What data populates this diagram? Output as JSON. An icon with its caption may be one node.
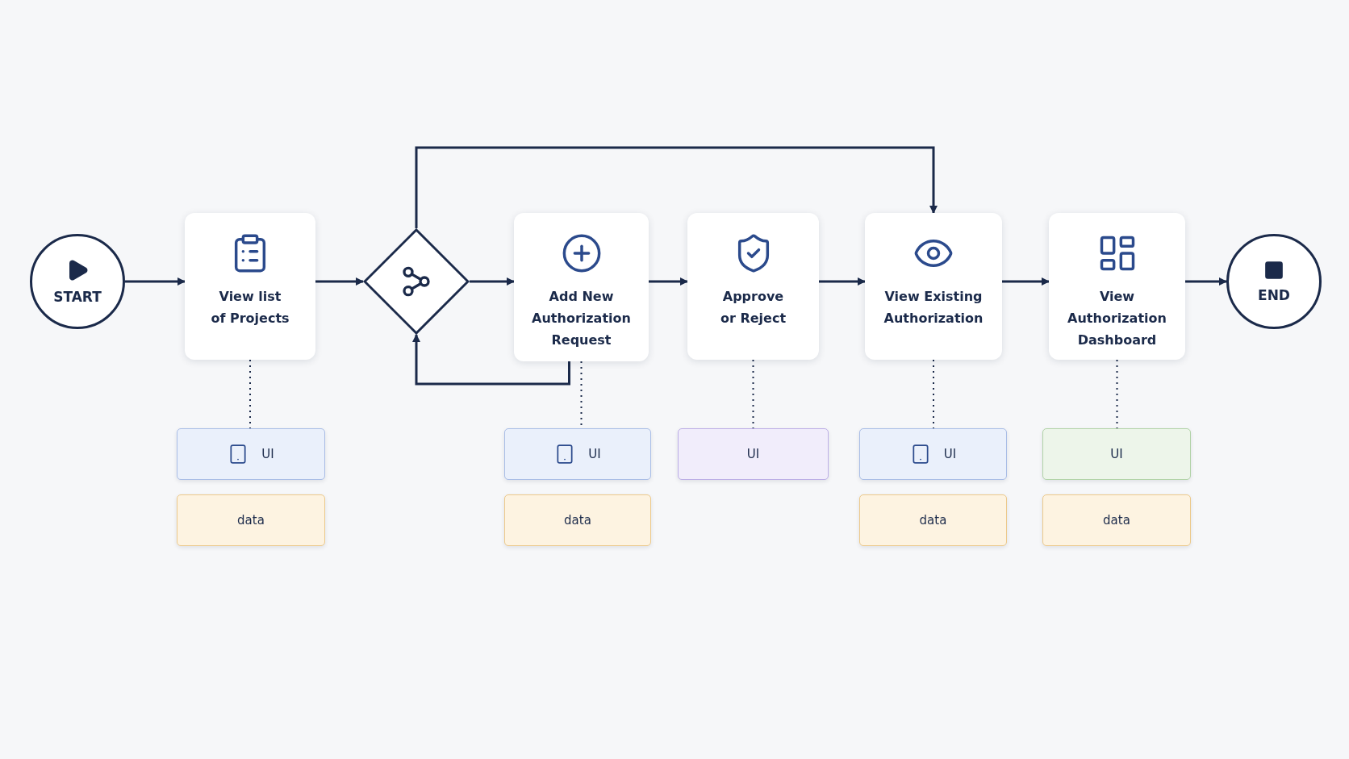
{
  "diagram": {
    "nodes": [
      {
        "text": [
          "START"
        ]
      },
      {
        "text": [
          "View list of Projects"
        ]
      },
      {
        "text": [],
        "shape": "diamond"
      },
      {
        "text": [
          "Add New Authorization Request"
        ]
      },
      {
        "text": [
          "Approve or Reject"
        ]
      },
      {
        "text": [
          "View Existing Authorization"
        ]
      },
      {
        "text": [
          "View Authorization Dashboard"
        ]
      },
      {
        "text": [
          "END"
        ]
      },
      {
        "text": [
          "UI"
        ]
      },
      {
        "text": [
          "data"
        ]
      },
      {
        "text": [
          "UI"
        ]
      },
      {
        "text": [
          "data"
        ]
      },
      {
        "text": [
          "UI"
        ]
      },
      {
        "text": [
          "UI"
        ]
      },
      {
        "text": [
          "data"
        ]
      },
      {
        "text": [
          "UI"
        ]
      },
      {
        "text": [
          "data"
        ]
      }
    ],
    "edges": [
      {
        "from": 0,
        "to": 1,
        "arrow": "to"
      },
      {
        "from": 1,
        "to": 2,
        "arrow": "to"
      },
      {
        "from": 2,
        "to": 3,
        "arrow": "to"
      },
      {
        "from": 3,
        "to": 4,
        "arrow": "to"
      },
      {
        "from": 4,
        "to": 5,
        "arrow": "to"
      },
      {
        "from": 5,
        "to": 6,
        "arrow": "to"
      },
      {
        "from": 6,
        "to": 7,
        "arrow": "to"
      },
      {
        "from": 2,
        "to": 5,
        "arrow": "to"
      },
      {
        "from": 3,
        "to": 2,
        "arrow": "to"
      },
      {
        "from": 1,
        "to": 8,
        "arrow": "none",
        "style": "dashed"
      },
      {
        "from": 3,
        "to": 10,
        "arrow": "none",
        "style": "dashed"
      },
      {
        "from": 4,
        "to": 12,
        "arrow": "none",
        "style": "dashed"
      },
      {
        "from": 5,
        "to": 13,
        "arrow": "none",
        "style": "dashed"
      },
      {
        "from": 6,
        "to": 15,
        "arrow": "none",
        "style": "dashed"
      }
    ]
  }
}
